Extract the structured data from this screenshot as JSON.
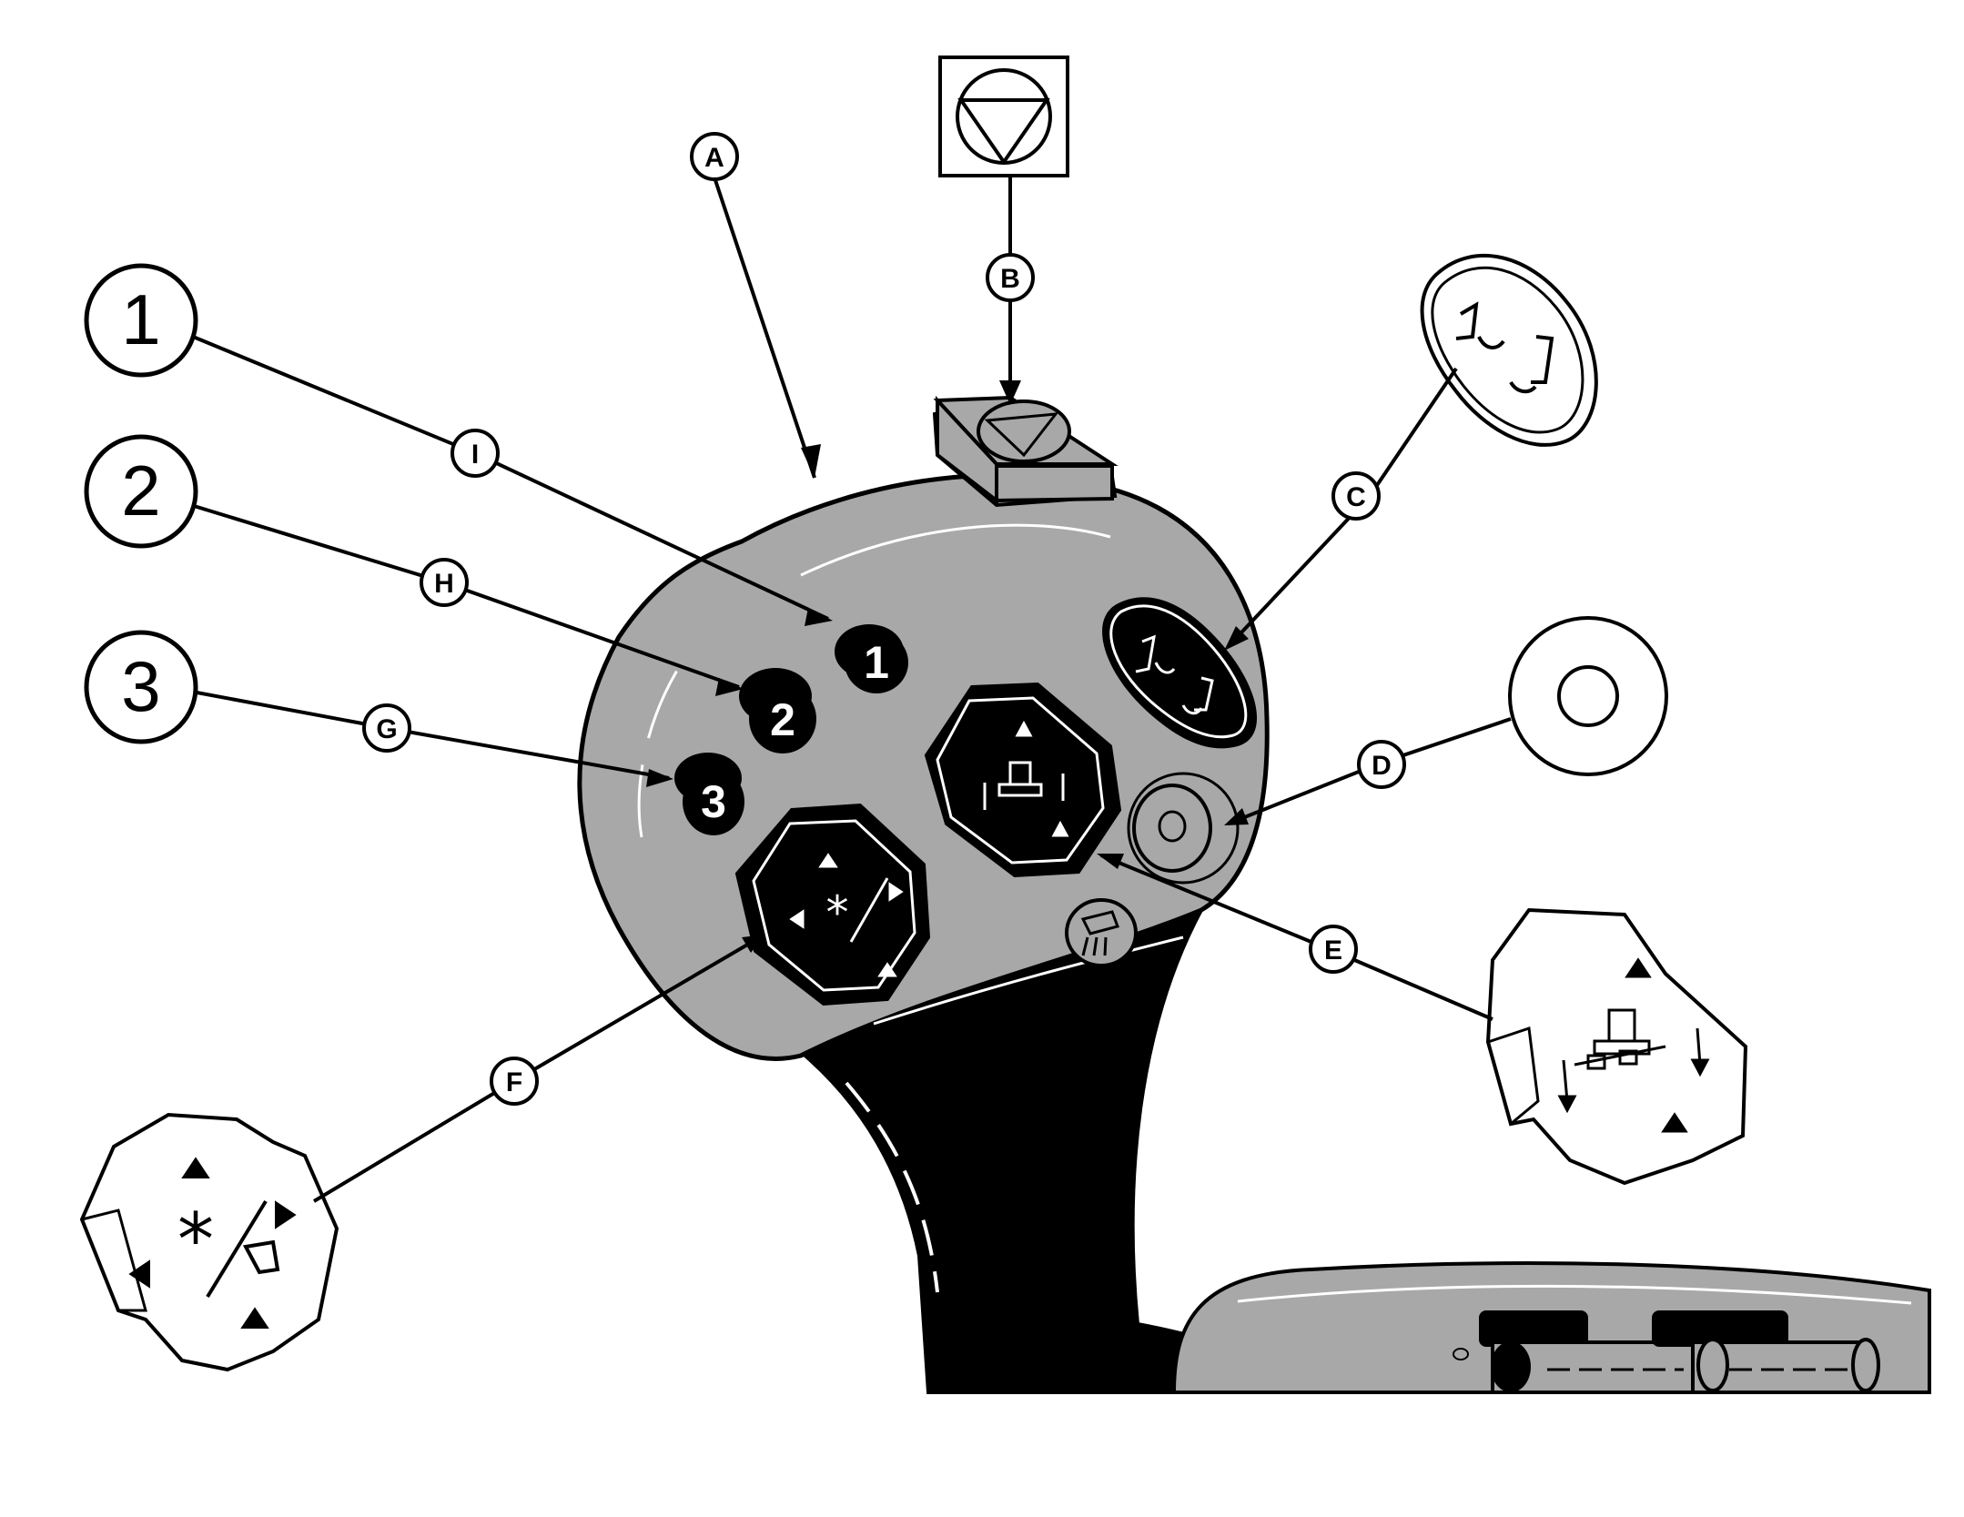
{
  "diagram": {
    "callouts": {
      "a": "A",
      "b": "B",
      "c": "C",
      "d": "D",
      "e": "E",
      "f": "F",
      "g": "G",
      "h": "H",
      "i": "I"
    },
    "positions": {
      "one": "1",
      "two": "2",
      "three": "3"
    },
    "buttons": {
      "one": "1",
      "two": "2",
      "three": "3"
    }
  },
  "colors": {
    "housing": "#a8a8a8",
    "ink": "#000000",
    "paper": "#ffffff"
  },
  "icons": [
    "stop-triangle-icon",
    "hitch-toggle-icon",
    "round-button-icon",
    "implement-knob-icon",
    "light-wiper-knob-icon",
    "work-light-icon"
  ]
}
